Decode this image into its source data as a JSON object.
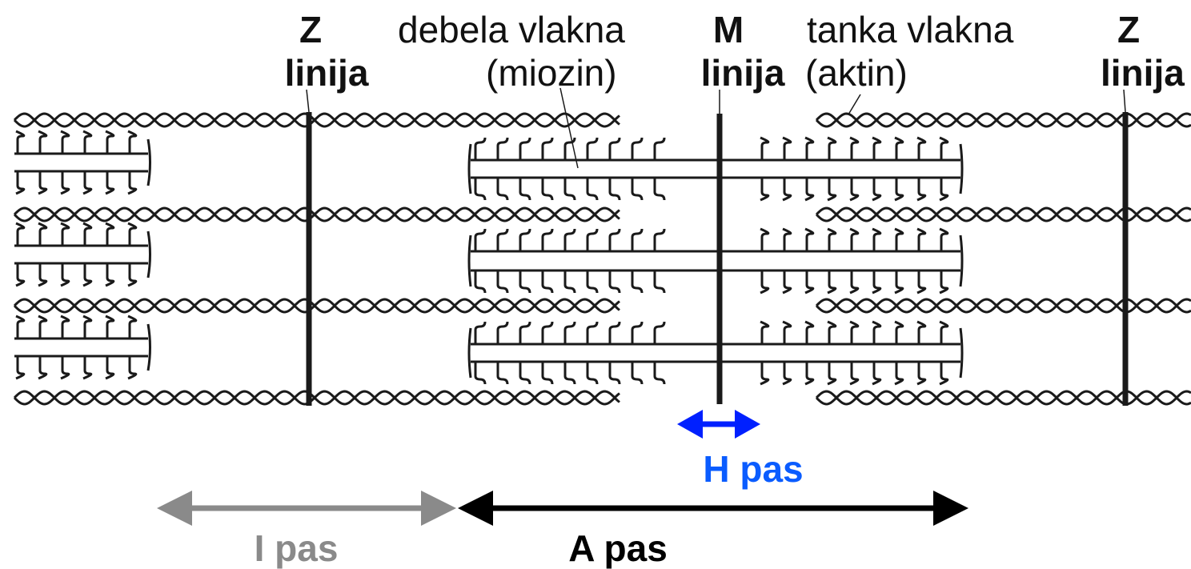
{
  "labels": {
    "z_left": {
      "line1": "Z",
      "line2": "linija"
    },
    "thick": {
      "line1": "debela vlakna",
      "line2": "(miozin)"
    },
    "m_line": {
      "line1": "M",
      "line2": "linija"
    },
    "thin": {
      "line1": "tanka vlakna",
      "line2": "(aktin)"
    },
    "z_right": {
      "line1": "Z",
      "line2": "linija"
    },
    "h_band": "H pas",
    "i_band": "I pas",
    "a_band": "A pas"
  },
  "colors": {
    "structure": "#1a1a1a",
    "h_band": "#0a5cff",
    "h_arrow": "#0020ff",
    "i_band": "#8a8a8a",
    "a_band": "#000000"
  },
  "icons": {
    "z_line": "vertical-bar",
    "m_line": "vertical-bar",
    "actin": "twisted-double-helix",
    "myosin": "hooked-head-rows",
    "h_band": "double-headed-arrow",
    "i_band": "double-headed-arrow",
    "a_band": "double-headed-arrow"
  }
}
